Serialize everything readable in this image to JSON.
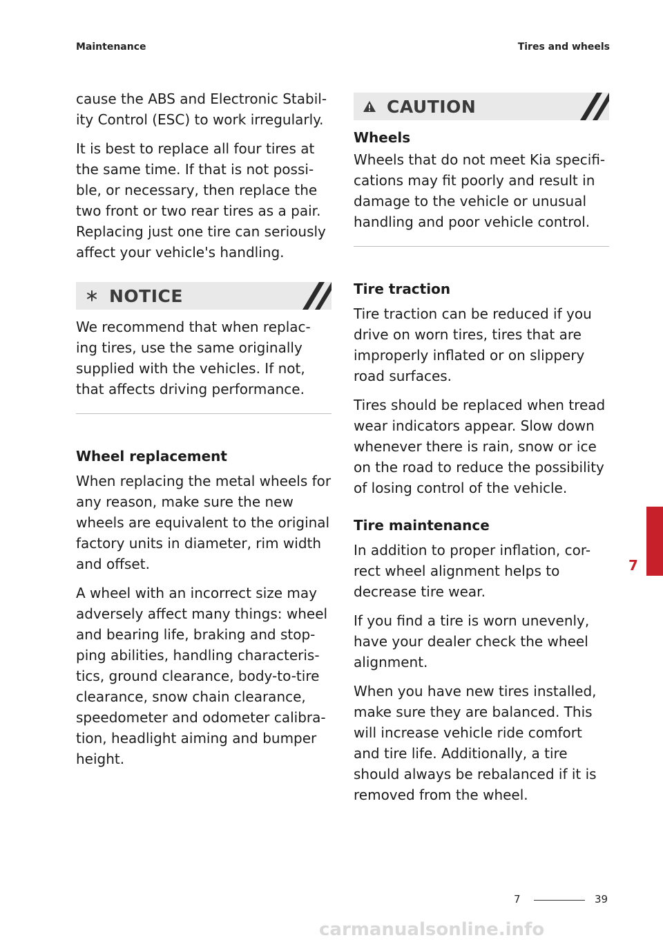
{
  "header": {
    "left": "Maintenance",
    "right": "Tires and wheels"
  },
  "left": {
    "p1": "cause the ABS and Electronic Stabil-ity Control (ESC) to work irregularly.",
    "p2": "It is best to replace all four tires at the same time. If that is not possi-ble, or necessary, then replace the two front or two rear tires as a pair. Replacing just one tire can seriously affect your vehicle's handling.",
    "notice": {
      "title": "NOTICE",
      "icon": "asterisk-icon",
      "text": "We recommend that when replac-ing tires, use the same originally supplied with the vehicles. If not, that affects driving performance."
    },
    "wheel_heading": "Wheel replacement",
    "wheel_p1": "When replacing the metal wheels for any reason, make sure the new wheels are equivalent to the original factory units in diameter, rim width and offset.",
    "wheel_p2": "A wheel with an incorrect size may adversely affect many things: wheel and bearing life, braking and stop-ping abilities, handling characteris-tics, ground clearance, body-to-tire clearance, snow chain clearance, speedometer and odometer calibra-tion, headlight aiming and bumper height."
  },
  "right": {
    "caution": {
      "title": "CAUTION",
      "icon": "warning-triangle-icon",
      "subtitle": "Wheels",
      "text": "Wheels that do not meet Kia specifi-cations may fit poorly and result in damage to the vehicle or unusual handling and poor vehicle control."
    },
    "traction_heading": "Tire traction",
    "traction_p1": "Tire traction can be reduced if you drive on worn tires, tires that are improperly inflated or on slippery road surfaces.",
    "traction_p2": "Tires should be replaced when tread wear indicators appear. Slow down whenever there is rain, snow or ice on the road to reduce the possibility of losing control of the vehicle.",
    "maint_heading": "Tire maintenance",
    "maint_p1": "In addition to proper inflation, cor-rect wheel alignment helps to decrease tire wear.",
    "maint_p2": "If you find a tire is worn unevenly, have your dealer check the wheel alignment.",
    "maint_p3": "When you have new tires installed, make sure they are balanced. This will increase vehicle ride comfort and tire life. Additionally, a tire should always be rebalanced if it is removed from the wheel."
  },
  "side_tab": {
    "number": "7",
    "color": "#c8202a"
  },
  "footer": {
    "chapter": "7",
    "page": "39"
  },
  "watermark": "carmanualsonline.info"
}
